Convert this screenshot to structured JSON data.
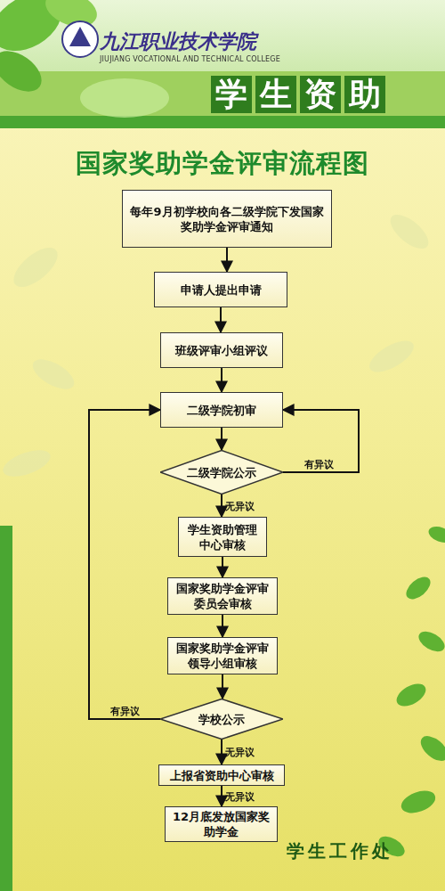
{
  "diagram": {
    "title": "国家奖助学金评审流程图",
    "nodes": [
      {
        "text": [
          "每年9月初学校向各二级学院下发国家奖助学金评审通知"
        ]
      },
      {
        "text": [
          "申请人提出申请"
        ]
      },
      {
        "text": [
          "班级评审小组评议"
        ]
      },
      {
        "text": [
          "二级学院初审"
        ]
      },
      {
        "text": [
          "二级学院公示"
        ]
      },
      {
        "text": [
          "学生资助管理中心审核"
        ]
      },
      {
        "text": [
          "国家奖助学金评审委员会审核"
        ]
      },
      {
        "text": [
          "国家奖助学金评审领导小组审核"
        ]
      },
      {
        "text": [
          "学校公示"
        ]
      },
      {
        "text": [
          "上报省资助中心审核"
        ]
      },
      {
        "text": [
          "12月底发放国家奖助学金"
        ]
      }
    ],
    "edges": [
      {
        "from": 0,
        "to": 1,
        "arrow": "to"
      },
      {
        "from": 1,
        "to": 2,
        "arrow": "to"
      },
      {
        "from": 2,
        "to": 3,
        "arrow": "to"
      },
      {
        "from": 3,
        "to": 4,
        "arrow": "to"
      },
      {
        "from": 4,
        "to": 3,
        "label": "有异议",
        "arrow": "to"
      },
      {
        "from": 4,
        "to": 5,
        "label": "无异议",
        "arrow": "to"
      },
      {
        "from": 5,
        "to": 6,
        "arrow": "to"
      },
      {
        "from": 6,
        "to": 7,
        "arrow": "to"
      },
      {
        "from": 7,
        "to": 8,
        "arrow": "to"
      },
      {
        "from": 8,
        "to": 3,
        "label": "有异议",
        "arrow": "to"
      },
      {
        "from": 8,
        "to": 9,
        "label": "无异议",
        "arrow": "to"
      },
      {
        "from": 9,
        "to": 10,
        "label": "无异议",
        "arrow": "to"
      }
    ],
    "labels": [
      "九江职业技术学院",
      "JIUJIANG VOCATIONAL AND TECHNICAL COLLEGE",
      "学生资助",
      "学生工作处"
    ]
  }
}
